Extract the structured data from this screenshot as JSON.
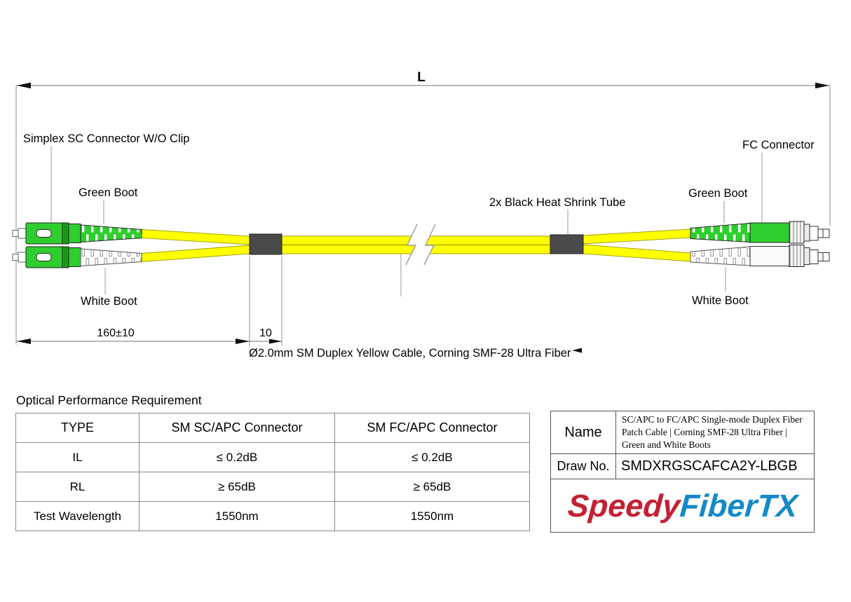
{
  "diagram": {
    "dim_overall": "L",
    "label_sc_connector": "Simplex SC Connector W/O Clip",
    "label_green_boot_left": "Green Boot",
    "label_white_boot_left": "White Boot",
    "label_heat_shrink_tube": "2x Black Heat Shrink Tube",
    "label_fc_connector": "FC Connector",
    "label_green_boot_right": "Green Boot",
    "label_white_boot_right": "White Boot",
    "dim_boot_length": "160±10",
    "dim_tube_length": "10",
    "cable_note": "Ø2.0mm SM Duplex Yellow Cable, Corning SMF-28 Ultra Fiber",
    "colors": {
      "cable_yellow": "#FFFF00",
      "connector_green": "#2FCE2F",
      "connector_green_dark": "#1FA41F",
      "heat_shrink_black": "#4A4A4A",
      "boot_white": "#FFFFFF"
    }
  },
  "table": {
    "title": "Optical Performance Requirement",
    "headers": [
      "TYPE",
      "SM SC/APC Connector",
      "SM FC/APC Connector"
    ],
    "rows": [
      {
        "label": "IL",
        "sc": "≤ 0.2dB",
        "fc": "≤ 0.2dB"
      },
      {
        "label": "RL",
        "sc": "≥ 65dB",
        "fc": "≥ 65dB"
      },
      {
        "label": "Test Wavelength",
        "sc": "1550nm",
        "fc": "1550nm"
      }
    ]
  },
  "title_block": {
    "name_label": "Name",
    "name_value": "SC/APC to FC/APC Single-mode Duplex Fiber Patch Cable | Corning SMF-28 Ultra Fiber | Green and White Boots",
    "draw_no_label": "Draw No.",
    "draw_no_value": "SMDXRGSCAFCA2Y-LBGB",
    "logo": {
      "part1": "Speedy",
      "part2": "FiberTX",
      "red": "#C32033",
      "blue": "#1489C8"
    }
  }
}
